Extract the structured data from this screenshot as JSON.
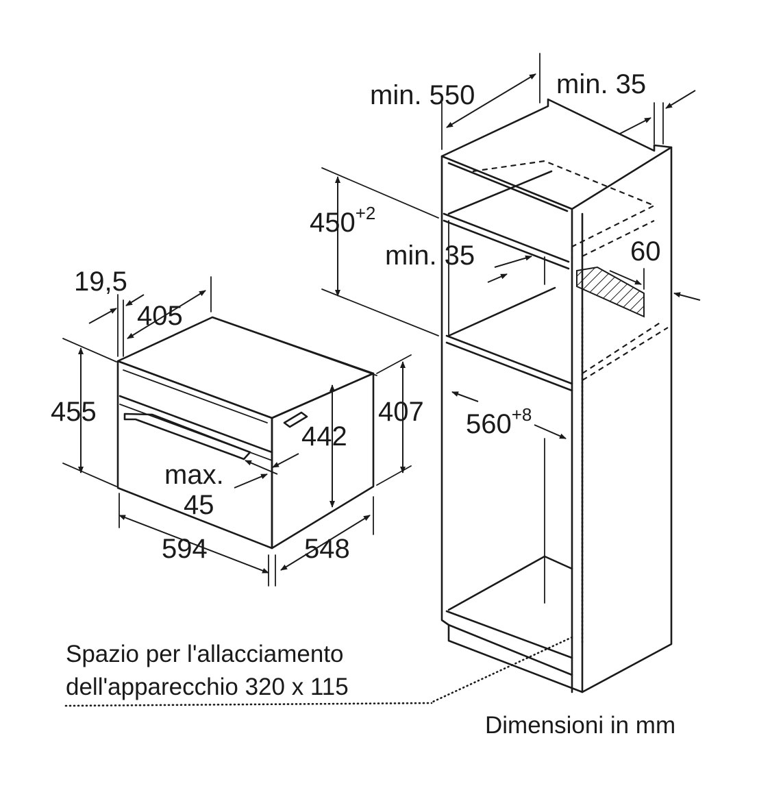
{
  "diagram": {
    "oven": {
      "width": "594",
      "depth": "548",
      "height": "455",
      "inner_height": "442",
      "body_height": "407",
      "top_depth": "405",
      "front_depth": "19,5",
      "handle_label": "max.",
      "handle_value": "45"
    },
    "cabinet": {
      "depth": "min. 550",
      "top_gap": "min. 35",
      "niche_height": "450",
      "niche_height_tol": "+2",
      "vent_gap": "min. 35",
      "vent_depth": "60",
      "niche_width": "560",
      "niche_width_tol": "+8"
    },
    "connection_note": {
      "line1": "Spazio per l'allacciamento",
      "line2": "dell'apparecchio 320 x 115"
    },
    "units_note": "Dimensioni in mm"
  }
}
